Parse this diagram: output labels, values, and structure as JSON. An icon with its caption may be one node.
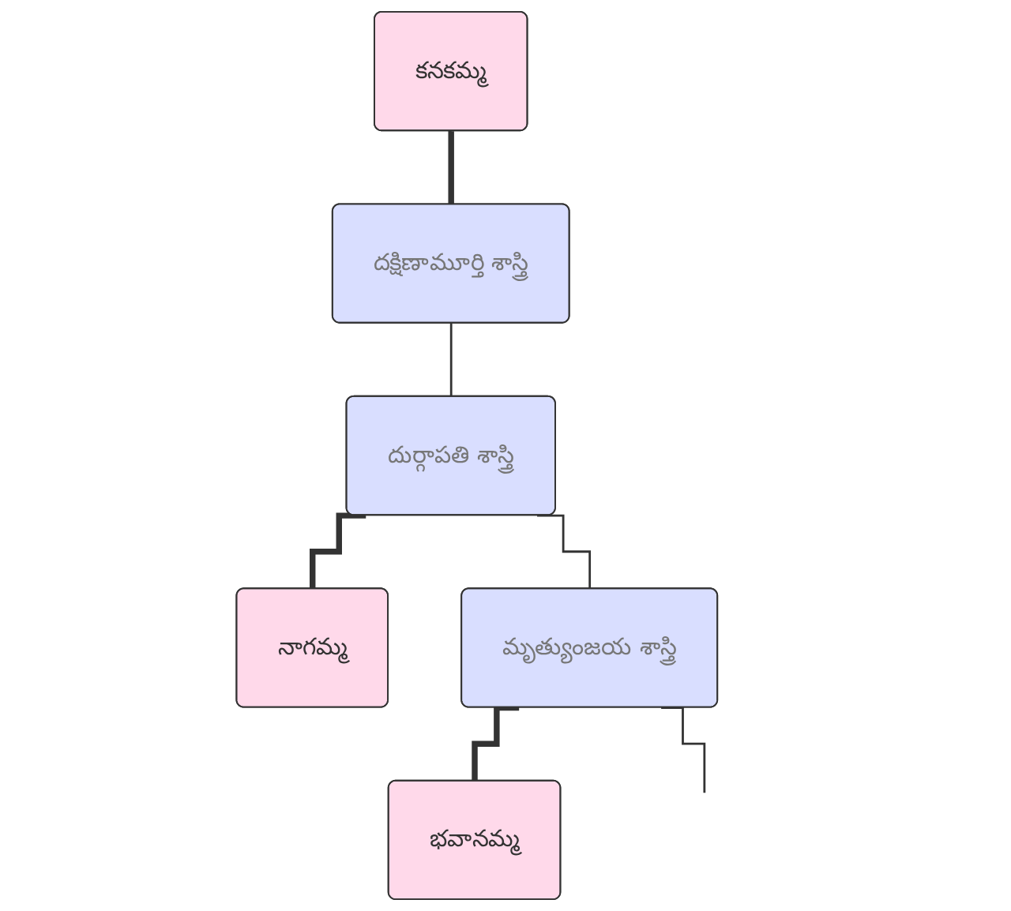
{
  "diagram": {
    "nodes": [
      {
        "text": [
          "కనకమ్మ"
        ]
      },
      {
        "text": [
          "దక్షిణామూర్తి శాస్త్రి"
        ]
      },
      {
        "text": [
          "దుర్గాపతి శాస్త్రి"
        ]
      },
      {
        "text": [
          "నాగమ్మ"
        ]
      },
      {
        "text": [
          "మృత్యుంజయ శాస్త్రి"
        ]
      },
      {
        "text": [
          "భవానమ్మ"
        ]
      }
    ],
    "edges": [
      {
        "from": 0,
        "to": 1,
        "arrow": "none",
        "style": "thick"
      },
      {
        "from": 1,
        "to": 2,
        "arrow": "none"
      },
      {
        "from": 2,
        "to": 3,
        "arrow": "none",
        "style": "thick"
      },
      {
        "from": 2,
        "to": 4,
        "arrow": "none"
      },
      {
        "from": 4,
        "to": 5,
        "arrow": "none",
        "style": "thick"
      },
      {
        "from": 4,
        "to": null,
        "arrow": "none"
      }
    ]
  }
}
